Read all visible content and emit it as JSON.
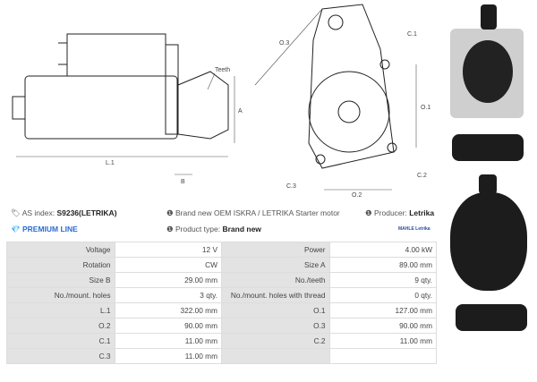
{
  "diagram_labels": {
    "l1": "L.1",
    "b": "B",
    "a": "A",
    "teeth": "Teeth",
    "o3": "O.3",
    "c1": "C.1",
    "o1": "O.1",
    "c2": "C.2",
    "o2": "O.2",
    "c3": "C.3"
  },
  "info": {
    "as_index_label": "AS index:",
    "as_index_value": "S9236(LETRIKA)",
    "premium": "PREMIUM LINE",
    "description": "Brand new OEM ISKRA / LETRIKA Starter motor",
    "product_type_label": "Product type:",
    "product_type_value": "Brand new",
    "producer_label": "Producer:",
    "producer_value": "Letrika",
    "brand_logo": "MAHLE Letrika"
  },
  "specs": [
    [
      "Voltage",
      "12 V",
      "Power",
      "4.00 kW"
    ],
    [
      "Rotation",
      "CW",
      "Size A",
      "89.00 mm"
    ],
    [
      "Size B",
      "29.00 mm",
      "No./teeth",
      "9 qty."
    ],
    [
      "No./mount. holes",
      "3 qty.",
      "No./mount. holes with thread",
      "0 qty."
    ],
    [
      "L.1",
      "322.00 mm",
      "O.1",
      "127.00 mm"
    ],
    [
      "O.2",
      "90.00 mm",
      "O.3",
      "90.00 mm"
    ],
    [
      "C.1",
      "11.00 mm",
      "C.2",
      "11.00 mm"
    ],
    [
      "C.3",
      "11.00 mm",
      "",
      ""
    ]
  ],
  "colors": {
    "accent": "#2b6cd4",
    "table_label_bg": "#e3e3e3"
  }
}
